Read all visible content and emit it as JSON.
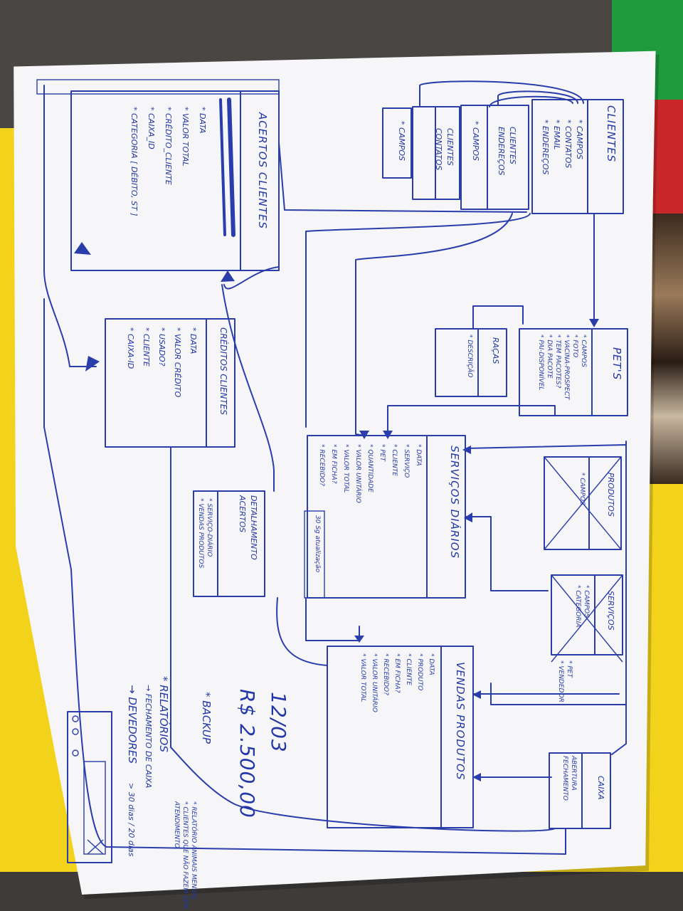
{
  "diagram": {
    "clientes": {
      "title": "CLIENTES",
      "fields": [
        "* CAMPOS",
        "* CONTATOS",
        "* EMAIL",
        "* ENDEREÇOS"
      ]
    },
    "clientes_enderecos": {
      "title": "CLIENTES ENDEREÇOS",
      "fields": [
        "* CAMPOS"
      ]
    },
    "clientes_contatos": {
      "title": "CLIENTES CONTATOS",
      "fields": [
        "* CAMPOS"
      ]
    },
    "campos_box": {
      "fields": [
        "* CAMPOS"
      ]
    },
    "acertos_clientes": {
      "title": "ACERTOS CLIENTES",
      "fields": [
        "* DATA",
        "* VALOR TOTAL",
        "* CRÉDITO_CLIENTE",
        "* CAIXA_ID",
        "* CATEGORIA [ DÉBITO, ST ]"
      ]
    },
    "pets": {
      "title": "PET'S",
      "fields": [
        "* CAMPOS",
        "* FOTO",
        "* VACINA-PROSPECT",
        "* TEM PACOTES?",
        "* DIA PACOTE",
        "* PAI-DISPONÍVEL"
      ]
    },
    "racas": {
      "title": "RAÇAS",
      "fields": [
        "* DESCRIÇÃO"
      ]
    },
    "creditos_clientes": {
      "title": "CRÉDITOS CLIENTES",
      "fields": [
        "* DATA",
        "* VALOR CRÉDITO",
        "* USADO?",
        "* CLIENTE",
        "* CAIXA-ID"
      ]
    },
    "servicos_diarios": {
      "title": "SERVIÇOS DIÁRIOS",
      "fields": [
        "* DATA",
        "* SERVIÇO",
        "* CLIENTE",
        "* PET",
        "* QUANTIDADE",
        "* VALOR UNITÁRIO",
        "* VALOR TOTAL",
        "* EM FICHA?",
        "* RECEBIDO?"
      ],
      "note": "30 Sg atualização"
    },
    "produtos": {
      "title": "PRODUTOS",
      "fields": [
        "* CAMPOS"
      ]
    },
    "servicos": {
      "title": "SERVIÇOS",
      "fields": [
        "* CAMPOS",
        "* CATEGORIA",
        "* PET",
        "* VENDEDOR"
      ]
    },
    "detalhamento": {
      "title": "DETALHAMENTO ACERTOS",
      "fields": [
        "* SERVIÇO-DIÁRIO",
        "* VENDAS PRODUTOS"
      ]
    },
    "vendas_produtos": {
      "title": "VENDAS PRODUTOS",
      "fields": [
        "* DATA",
        "* PRODUTO",
        "* CLIENTE",
        "* EM FICHA?",
        "* RECEBIDO?",
        "* VALOR UNITÁRIO",
        "* VALOR TOTAL"
      ]
    },
    "caixa": {
      "title": "CAIXA",
      "fields": [
        "ABERTURA",
        "FECHAMENTO"
      ]
    },
    "notes": {
      "date": "12/03",
      "amount": "R$ 2.500,00",
      "backup": "* BACKUP",
      "relatorios": "* RELATÓRIOS",
      "fechamento": "→ FECHAMENTO DE CAIXA",
      "devedores": "→ DEVEDORES",
      "days": "> 30 dias / 20 dias",
      "side": [
        "* RELATÓRIO ANIMAIS MENSAL",
        "* CLIENTES QUE NÃO FAZEM SEM",
        "ATENDIMENTO"
      ]
    }
  }
}
